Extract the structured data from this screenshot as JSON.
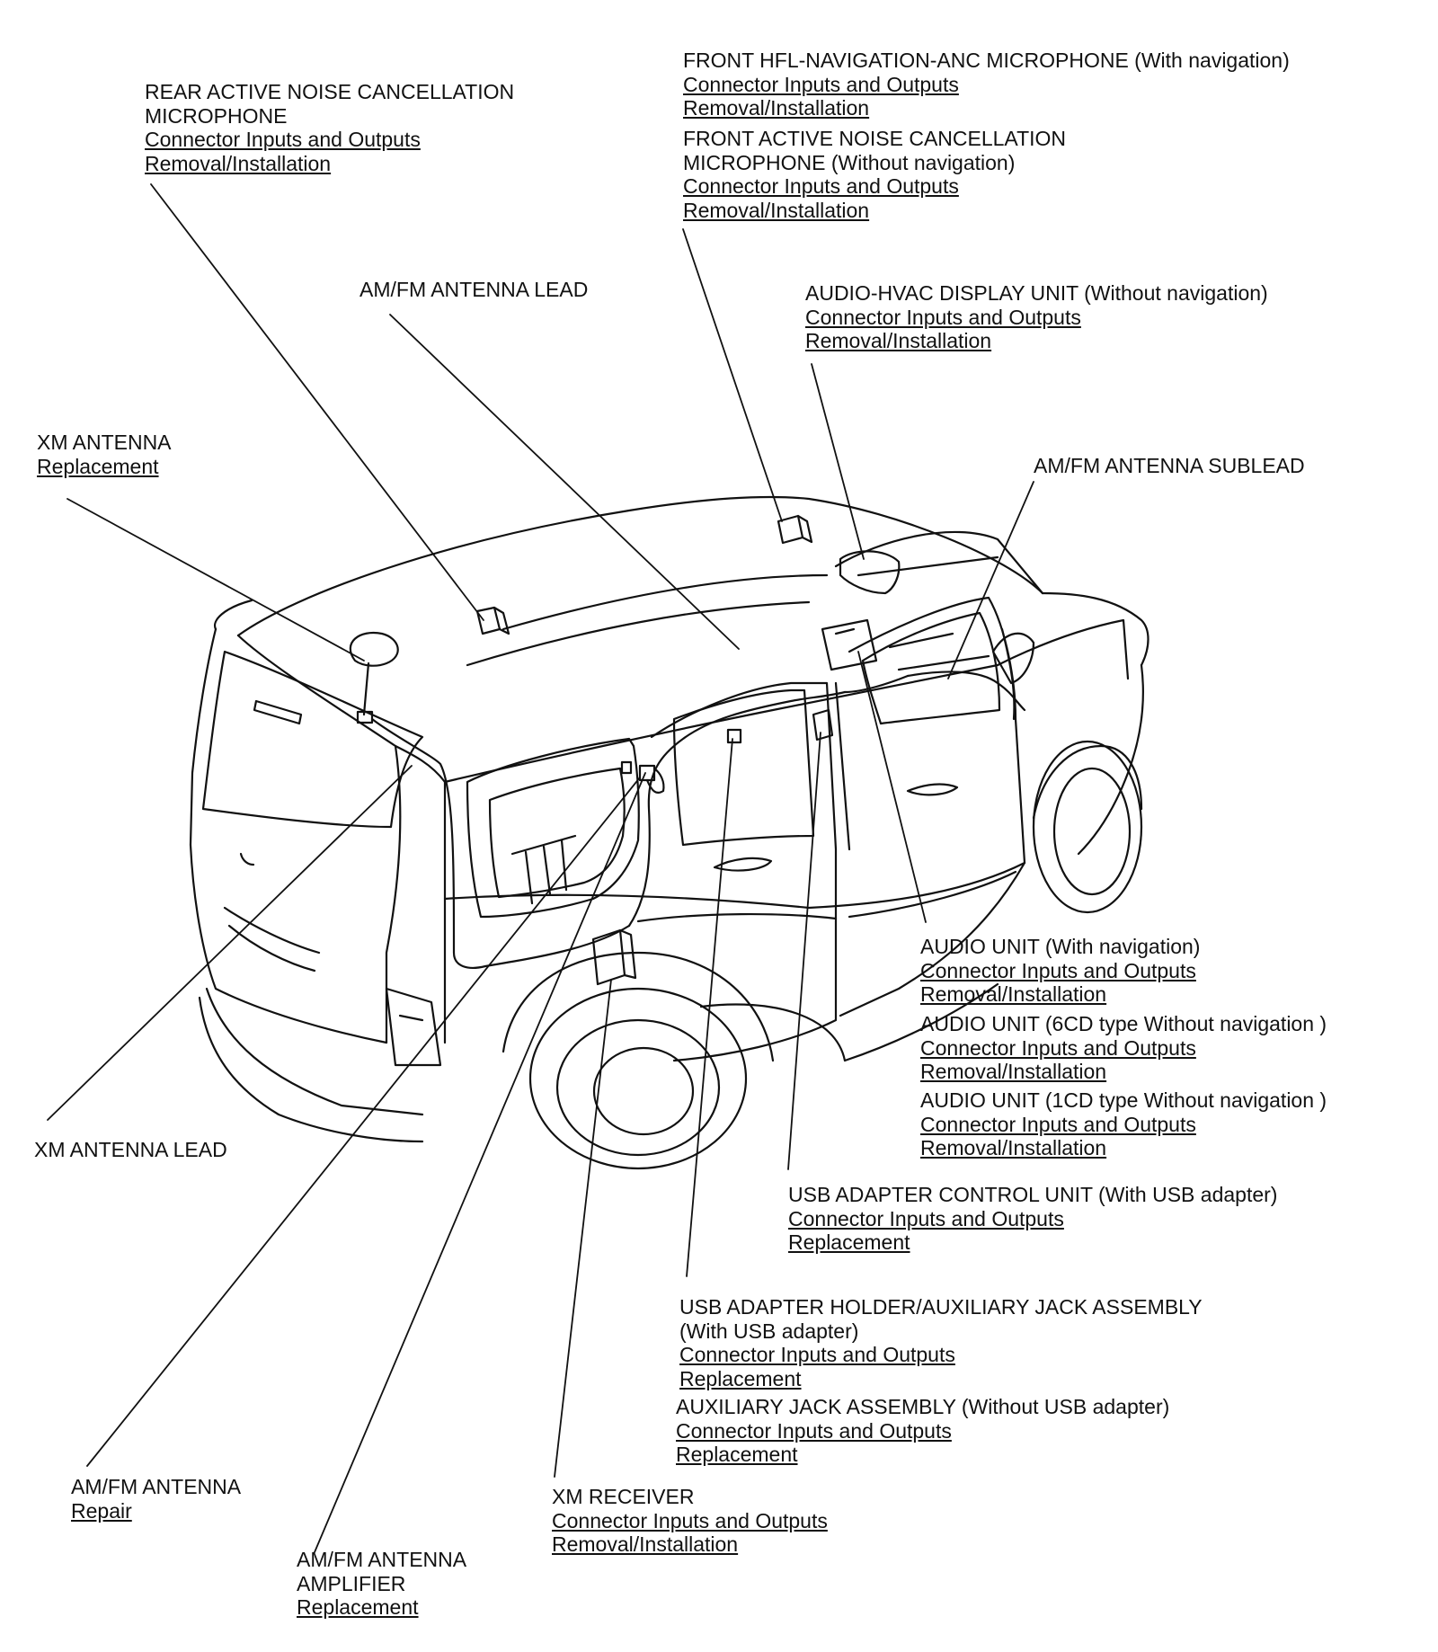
{
  "callouts": {
    "rear_anc_mic": {
      "title_lines": [
        "REAR ACTIVE NOISE CANCELLATION",
        "MICROPHONE"
      ],
      "links": [
        "Connector Inputs and Outputs",
        "Removal/Installation"
      ]
    },
    "front_hfl_mic": {
      "title_lines": [
        "FRONT HFL-NAVIGATION-ANC MICROPHONE (With navigation)"
      ],
      "links": [
        "Connector Inputs and Outputs",
        "Removal/Installation"
      ]
    },
    "front_anc_mic": {
      "title_lines": [
        "FRONT ACTIVE NOISE CANCELLATION",
        "MICROPHONE (Without navigation)"
      ],
      "links": [
        "Connector Inputs and Outputs",
        "Removal/Installation"
      ]
    },
    "amfm_antenna_lead": {
      "title_lines": [
        "AM/FM ANTENNA LEAD"
      ],
      "links": []
    },
    "audio_hvac_display": {
      "title_lines": [
        "AUDIO-HVAC DISPLAY UNIT (Without navigation)"
      ],
      "links": [
        "Connector Inputs and Outputs",
        "Removal/Installation"
      ]
    },
    "xm_antenna": {
      "title_lines": [
        "XM ANTENNA"
      ],
      "links": [
        "Replacement"
      ]
    },
    "amfm_antenna_sublead": {
      "title_lines": [
        "AM/FM ANTENNA SUBLEAD"
      ],
      "links": []
    },
    "audio_unit_nav": {
      "title_lines": [
        "AUDIO UNIT (With navigation)"
      ],
      "links": [
        "Connector Inputs and Outputs",
        "Removal/Installation"
      ]
    },
    "audio_unit_6cd": {
      "title_lines": [
        "AUDIO UNIT (6CD type Without navigation )"
      ],
      "links": [
        "Connector Inputs and Outputs",
        "Removal/Installation"
      ]
    },
    "audio_unit_1cd": {
      "title_lines": [
        "AUDIO UNIT (1CD type Without navigation )"
      ],
      "links": [
        "Connector Inputs and Outputs",
        "Removal/Installation"
      ]
    },
    "xm_antenna_lead": {
      "title_lines": [
        "XM ANTENNA LEAD"
      ],
      "links": []
    },
    "usb_control_unit": {
      "title_lines": [
        "USB ADAPTER CONTROL UNIT (With USB adapter)"
      ],
      "links": [
        "Connector Inputs and Outputs",
        "Replacement"
      ]
    },
    "usb_holder_aux": {
      "title_lines": [
        "USB ADAPTER HOLDER/AUXILIARY JACK ASSEMBLY",
        "(With USB adapter)"
      ],
      "links": [
        "Connector Inputs and Outputs",
        "Replacement"
      ]
    },
    "aux_jack": {
      "title_lines": [
        "AUXILIARY JACK ASSEMBLY (Without USB adapter)"
      ],
      "links": [
        "Connector Inputs and Outputs",
        "Replacement"
      ]
    },
    "amfm_antenna": {
      "title_lines": [
        "AM/FM ANTENNA"
      ],
      "links": [
        "Repair"
      ]
    },
    "xm_receiver": {
      "title_lines": [
        "XM RECEIVER"
      ],
      "links": [
        "Connector Inputs and Outputs",
        "Removal/Installation"
      ]
    },
    "amfm_amplifier": {
      "title_lines": [
        "AM/FM ANTENNA",
        "AMPLIFIER"
      ],
      "links": [
        "Replacement"
      ]
    }
  }
}
